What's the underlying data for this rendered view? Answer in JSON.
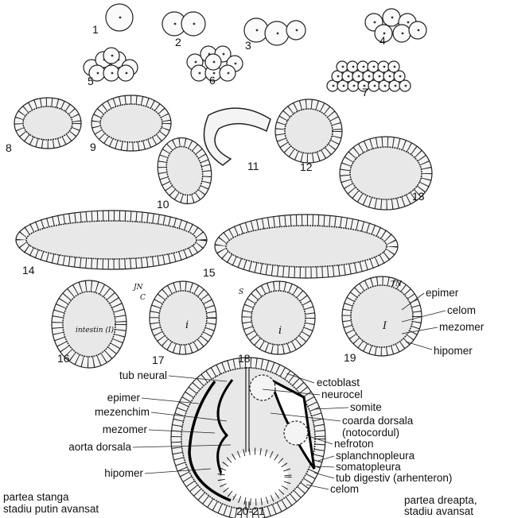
{
  "figure_numbers": [
    "1",
    "2",
    "3",
    "4",
    "5",
    "6",
    "7",
    "8",
    "9",
    "10",
    "11",
    "12",
    "13",
    "14",
    "15",
    "16",
    "17",
    "18",
    "19",
    "20-21"
  ],
  "handwritten": {
    "jn16": "JN",
    "c16": "C",
    "intestin": "intestin (I)",
    "i17": "i",
    "s": "S",
    "i18": "i",
    "tn": "TN",
    "i19": "I"
  },
  "labels_19": [
    "epimer",
    "celom",
    "mezomer",
    "hipomer"
  ],
  "labels_left": [
    "tub neural",
    "epimer",
    "mezenchim",
    "mezomer",
    "aorta dorsala",
    "hipomer"
  ],
  "labels_right": [
    "ectoblast",
    "neurocel",
    "somite",
    "coarda dorsala",
    "(notocordul)",
    "nefroton",
    "splanchnopleura",
    "somatopleura",
    "tub digestiv (arhenteron)",
    "celom"
  ],
  "caption_left": [
    "partea stanga",
    "stadiu putin avansat"
  ],
  "caption_right": [
    "partea dreapta,",
    "stadiu avansat"
  ]
}
